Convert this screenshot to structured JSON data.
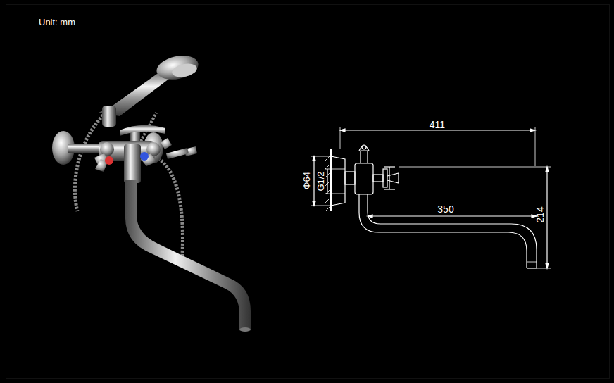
{
  "diagram": {
    "labels": [
      "Unit: mm",
      "411",
      "Φ64",
      "G1/2",
      "350",
      "214"
    ]
  }
}
